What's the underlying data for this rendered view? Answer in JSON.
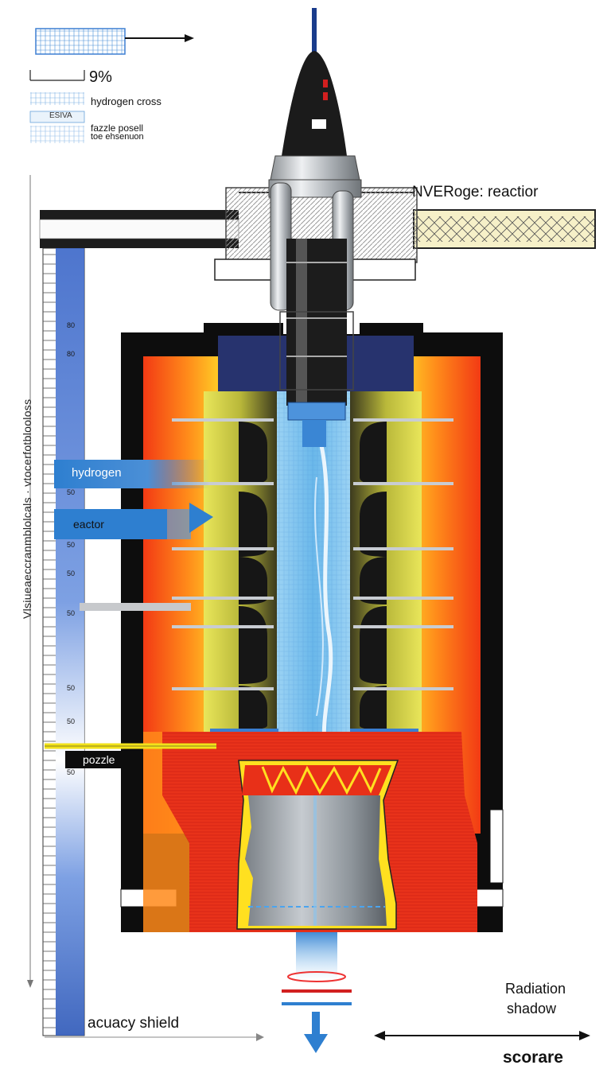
{
  "legend": {
    "percent": "9%",
    "item1": "hydrogen cross",
    "item1_sub": "ESIVA",
    "item2_line1": "fazzle posell",
    "item2_line2": "toe ehsenuon"
  },
  "labels": {
    "reactor": "NVERoge: reactior",
    "vertical_text": "Vlsiueaeccranmblolcals · vtocerfotblooloss",
    "hydrogen": "hydrogen",
    "eactor": "eactor",
    "pozzle": "pozzle",
    "shield": "acuacy shield",
    "radiation_line1": "Radiation",
    "radiation_line2": "shadow",
    "scorare": "scorare"
  },
  "scale_ticks": [
    "80",
    "80",
    "50",
    "50",
    "50",
    "50",
    "50",
    "50",
    "50"
  ],
  "colors": {
    "hot_orange": "#ff7a10",
    "hot_red": "#e8321a",
    "chamber_yellow": "#d9d94a",
    "flow_blue": "#7fc4ee",
    "arrow_blue": "#2e7fd0",
    "dark_navy": "#27336e"
  }
}
